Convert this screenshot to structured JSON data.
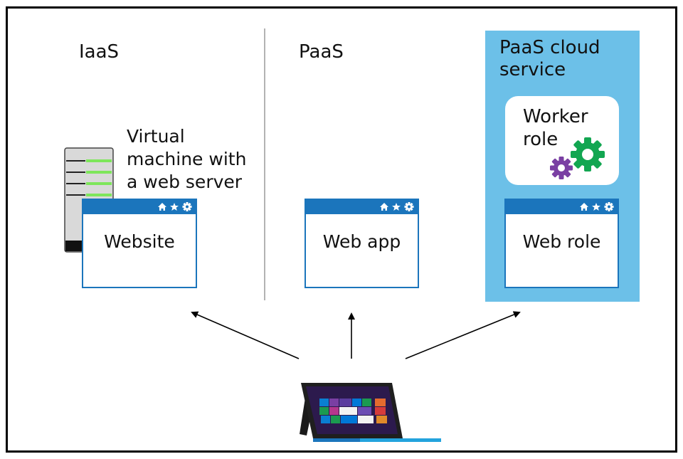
{
  "columns": {
    "iaas": {
      "title": "IaaS",
      "server_caption": [
        "Virtual",
        "machine with",
        "a web server"
      ],
      "browser_label": "Website"
    },
    "paas": {
      "title": "PaaS",
      "browser_label": "Web app"
    },
    "cloud_service": {
      "title": [
        "PaaS cloud",
        "service"
      ],
      "worker_caption": [
        "Worker",
        "role"
      ],
      "browser_label": "Web role"
    }
  },
  "colors": {
    "browser_accent": "#1b75bc",
    "panel_fill": "#6cc0e8",
    "green_gear": "#12a651",
    "purple_gear": "#7a3fa3",
    "server_led": "#7ee65b"
  },
  "icons": [
    "server-icon",
    "home-icon",
    "star-icon",
    "gear-icon",
    "tablet-icon",
    "arrow-icon"
  ]
}
